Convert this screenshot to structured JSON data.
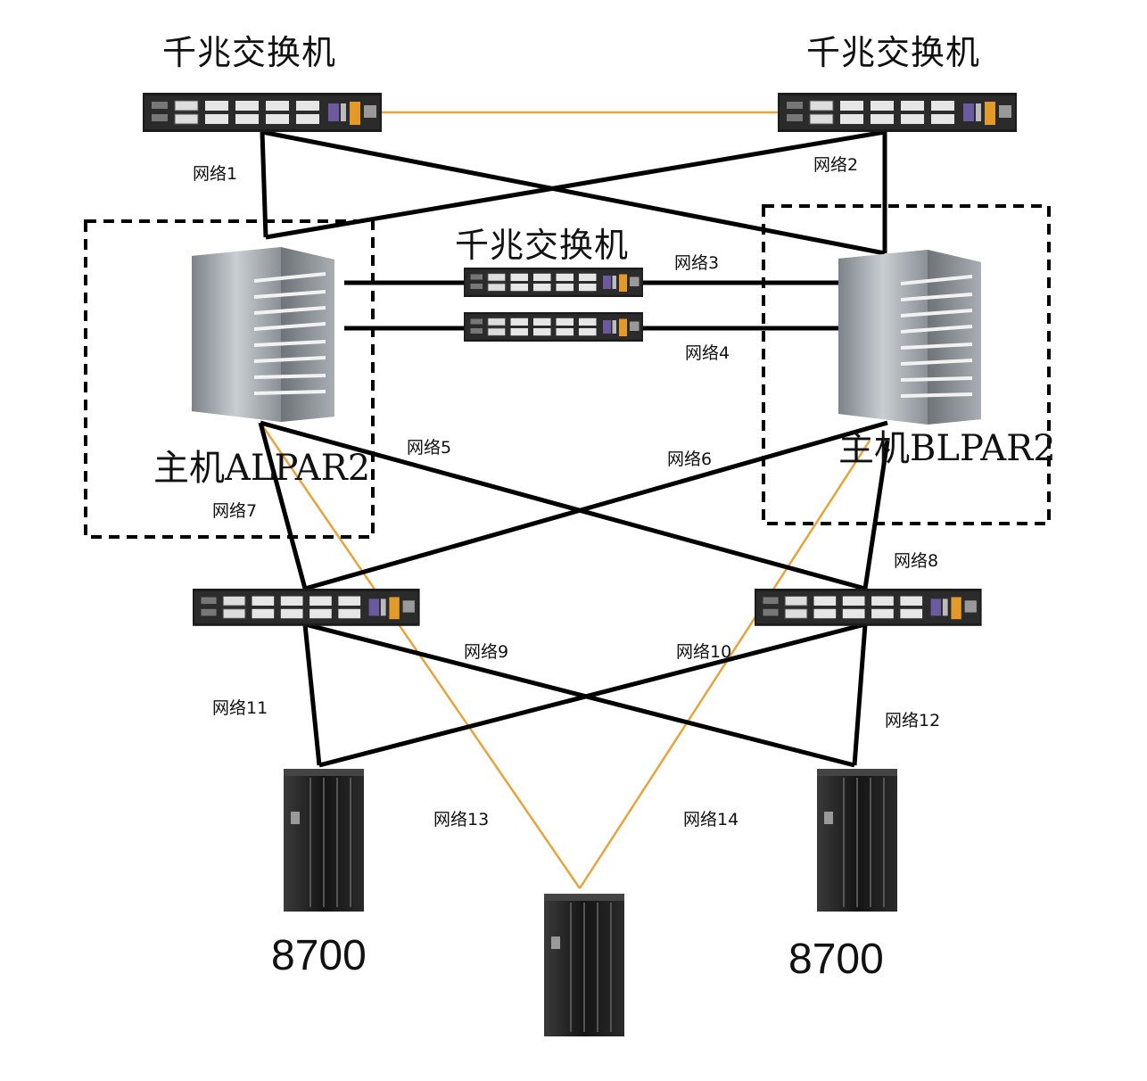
{
  "switch_labels": {
    "top_left": "千兆交换机",
    "top_right": "千兆交换机",
    "middle": "千兆交换机"
  },
  "hosts": {
    "a": "主机ALPAR2",
    "b": "主机BLPAR2"
  },
  "networks": {
    "n1": "网络1",
    "n2": "网络2",
    "n3": "网络3",
    "n4": "网络4",
    "n5": "网络5",
    "n6": "网络6",
    "n7": "网络7",
    "n8": "网络8",
    "n9": "网络9",
    "n10": "网络10",
    "n11": "网络11",
    "n12": "网络12",
    "n13": "网络13",
    "n14": "网络14"
  },
  "storage": {
    "left": "8700",
    "right": "8700"
  },
  "colors": {
    "link_black": "#000000",
    "link_orange": "#e8a33a",
    "switch_body": "#1b1b1b",
    "server_body": "#9aa0a6",
    "storage_body": "#202020"
  }
}
